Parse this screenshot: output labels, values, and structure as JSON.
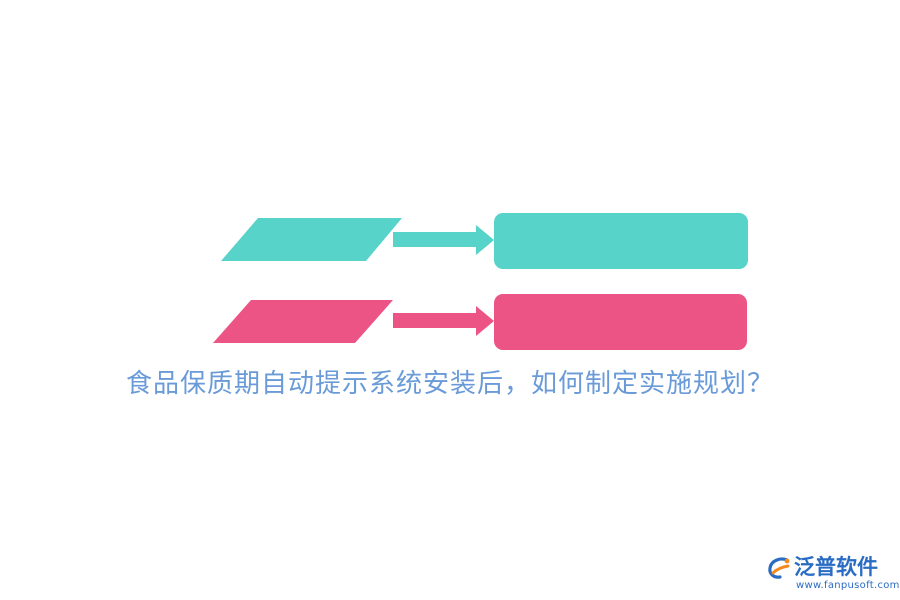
{
  "colors": {
    "teal": "#57d3c9",
    "pink": "#ec5486",
    "title_blue": "#6a9bd8",
    "logo_blue": "#2a6cc4",
    "logo_orange": "#f28a1e"
  },
  "diagram": {
    "rows": [
      {
        "name": "row-1",
        "color_key": "teal",
        "shape": "parallelogram",
        "arrow": "right-arrow",
        "box": "rounded-rectangle"
      },
      {
        "name": "row-2",
        "color_key": "pink",
        "shape": "parallelogram",
        "arrow": "right-arrow",
        "box": "rounded-rectangle"
      }
    ]
  },
  "headline": "食品保质期自动提示系统安装后，如何制定实施规划？",
  "logo": {
    "icon": "fanpu-logo-icon",
    "name": "泛普软件",
    "url": "www.fanpusoft.com"
  }
}
